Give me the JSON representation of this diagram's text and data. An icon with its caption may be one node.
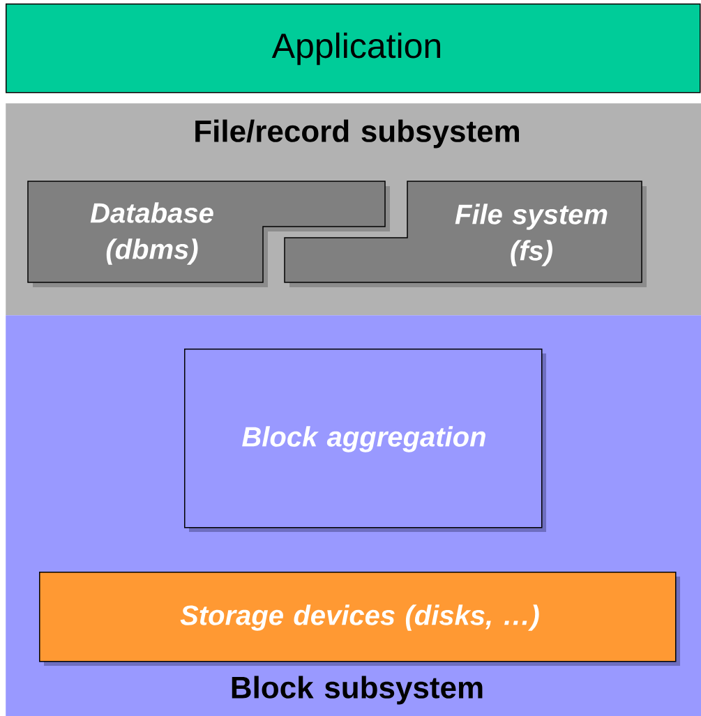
{
  "diagram": {
    "nodes": [
      {
        "text": [
          "Application"
        ]
      },
      {
        "text": [
          "File/record subsystem"
        ]
      },
      {
        "text": [
          "Database (dbms)"
        ],
        "in": 1
      },
      {
        "text": [
          "File system (fs)"
        ],
        "in": 1
      },
      {
        "text": [
          "Block subsystem"
        ]
      },
      {
        "text": [
          "Block aggregation"
        ],
        "in": 4
      },
      {
        "text": [
          "Storage devices (disks, …)"
        ],
        "in": 4
      }
    ]
  }
}
